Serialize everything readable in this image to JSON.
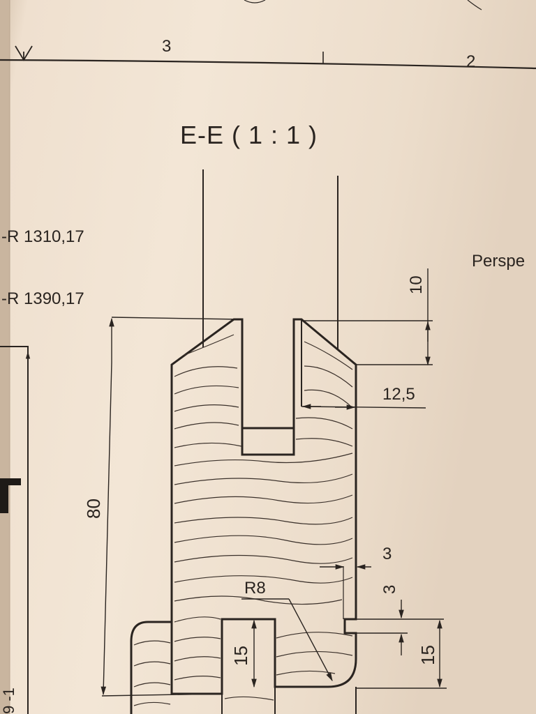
{
  "zone_numbers": [
    "3",
    "2"
  ],
  "section_title": "E-E ( 1 : 1 )",
  "radius_labels": [
    "-R 1310,17",
    "-R 1390,17"
  ],
  "side_text": "Perspe",
  "dimensions": {
    "top_offset": "10",
    "inset": "12,5",
    "overall_height": "80",
    "groove_width": "3",
    "groove_depth": "3",
    "bottom_height": "15",
    "slot_height": "15",
    "corner_radius": "R8"
  },
  "margin_fragment": "9 -1"
}
